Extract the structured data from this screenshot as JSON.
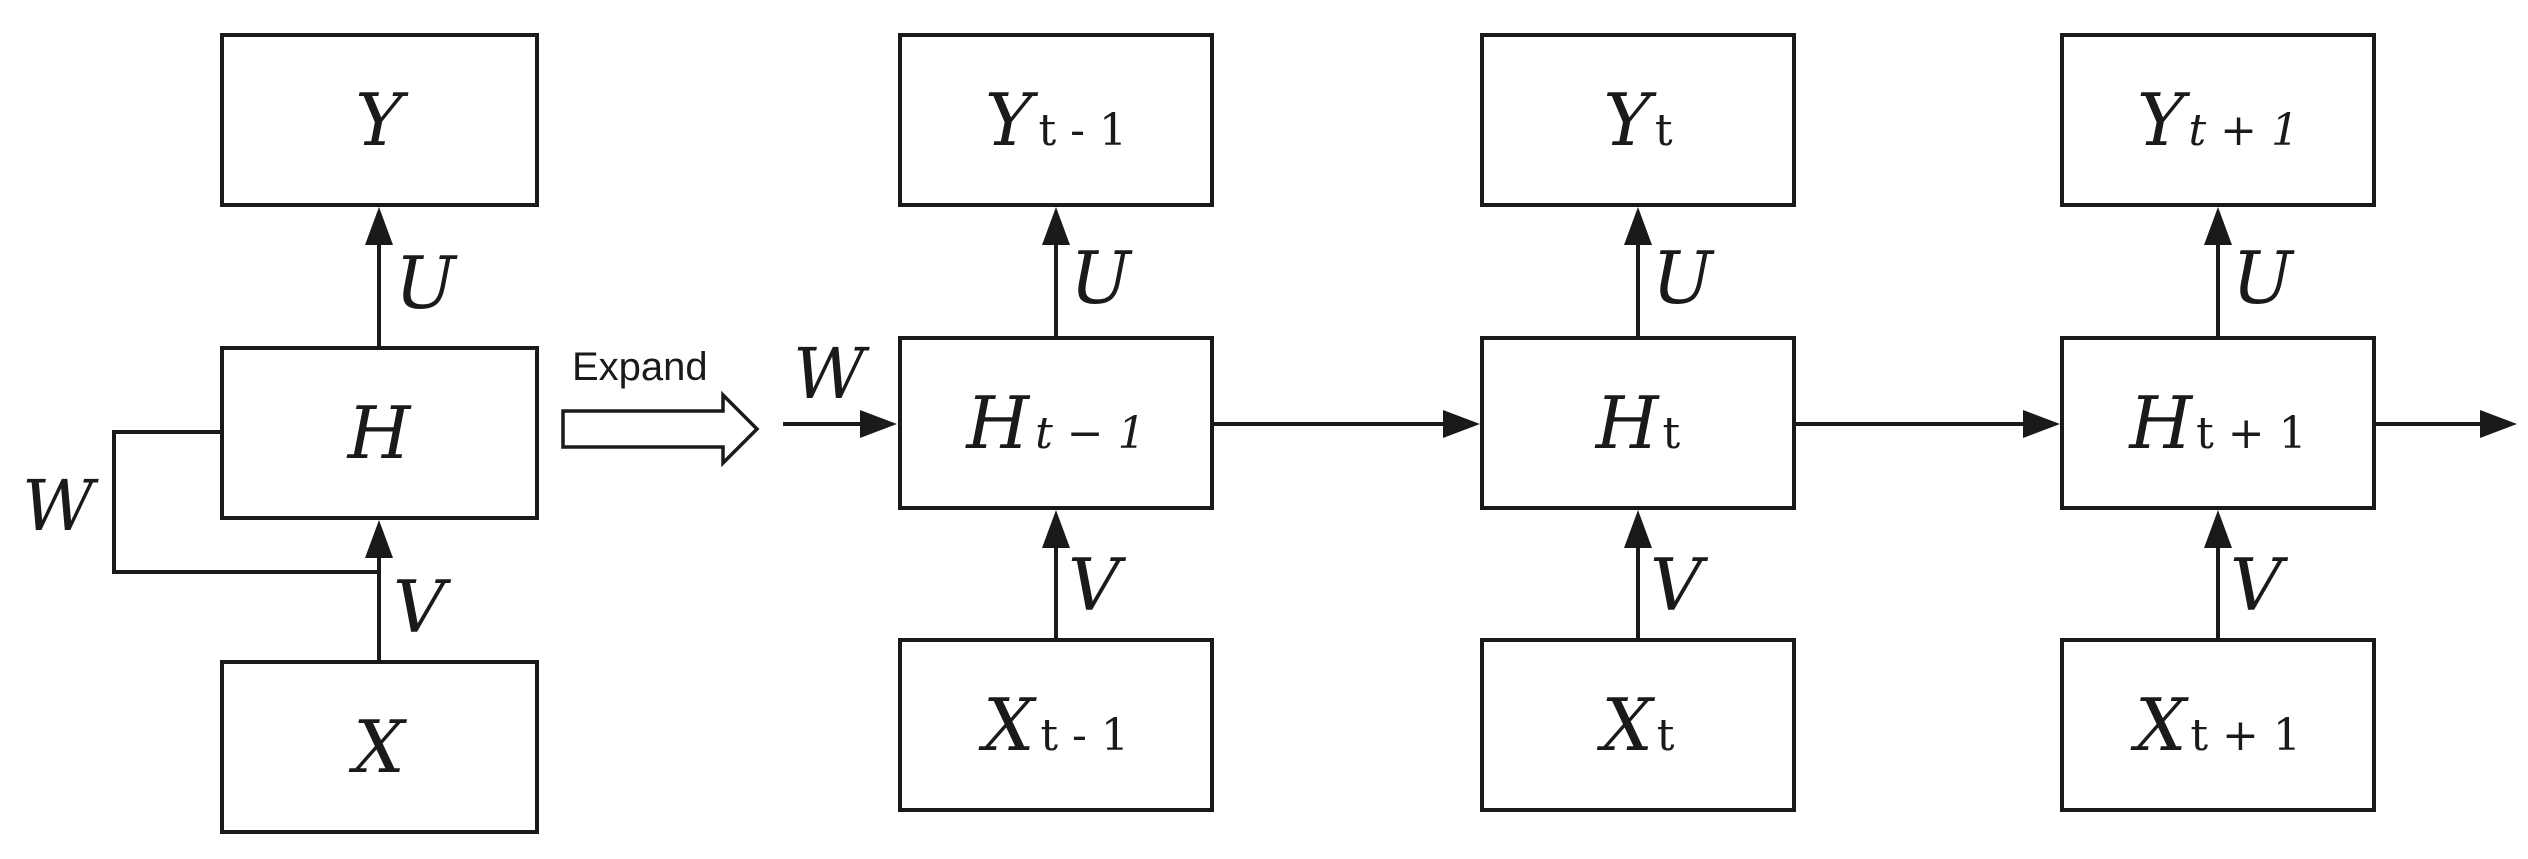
{
  "folded": {
    "output": "Y",
    "hidden": "H",
    "input": "X",
    "weight_u": "U",
    "weight_v": "V",
    "weight_w": "W"
  },
  "expand_label": "Expand",
  "unrolled": {
    "initial_weight": "W",
    "steps": [
      {
        "output": {
          "sym": "Y",
          "sub": "t - 1",
          "sub_italic": false
        },
        "hidden": {
          "sym": "H",
          "sub": "t − 1",
          "sub_italic": true
        },
        "input": {
          "sym": "X",
          "sub": "t - 1",
          "sub_italic": false
        },
        "weight_u": "U",
        "weight_v": "V"
      },
      {
        "output": {
          "sym": "Y",
          "sub": "t",
          "sub_italic": false
        },
        "hidden": {
          "sym": "H",
          "sub": "t",
          "sub_italic": false
        },
        "input": {
          "sym": "X",
          "sub": "t",
          "sub_italic": false
        },
        "weight_u": "U",
        "weight_v": "V"
      },
      {
        "output": {
          "sym": "Y",
          "sub": "t + 1",
          "sub_italic": true
        },
        "hidden": {
          "sym": "H",
          "sub": "t + 1",
          "sub_italic": false
        },
        "input": {
          "sym": "X",
          "sub": "t + 1",
          "sub_italic": false
        },
        "weight_u": "U",
        "weight_v": "V"
      }
    ]
  }
}
